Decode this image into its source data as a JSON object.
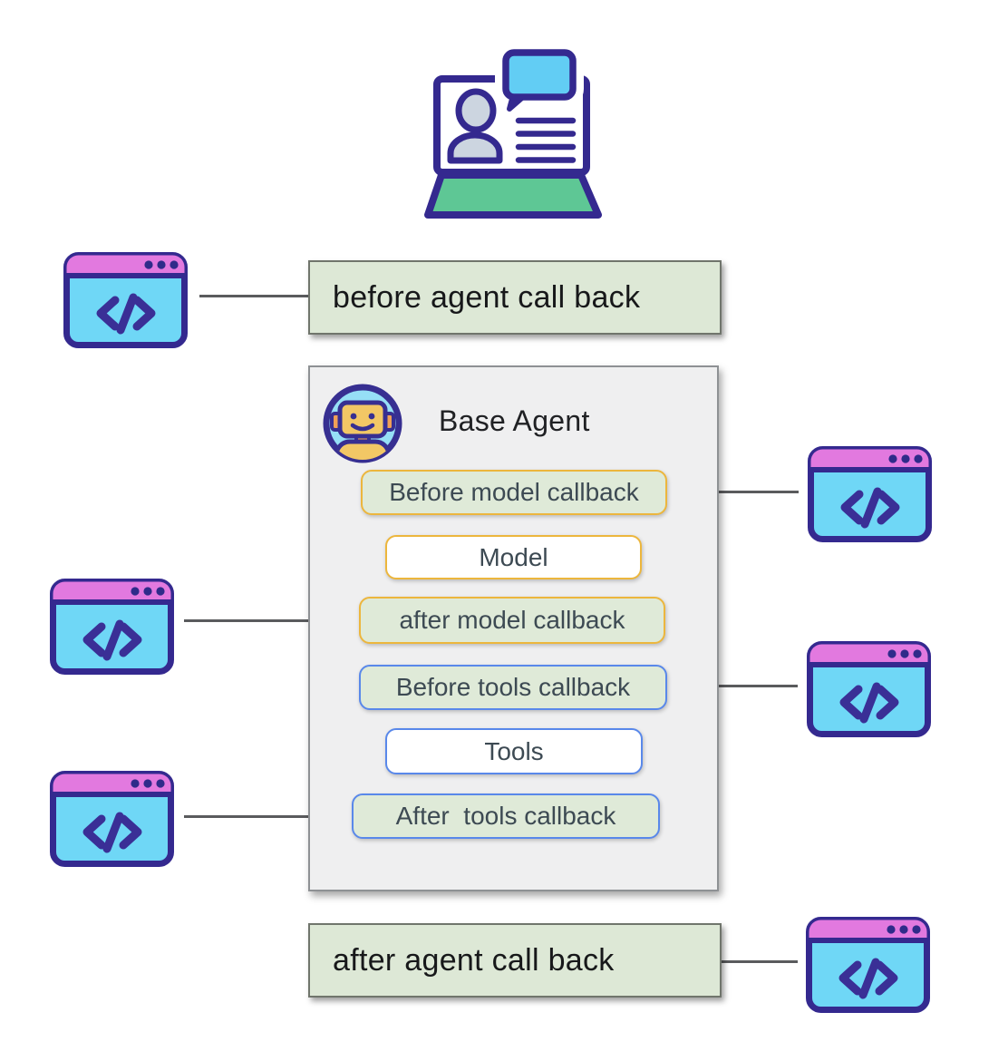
{
  "nodes": {
    "before_agent": {
      "label": "before agent call back"
    },
    "base_agent": {
      "title": "Base Agent"
    },
    "before_model": {
      "label": "Before model callback"
    },
    "model": {
      "label": "Model"
    },
    "after_model": {
      "label": "after model callback"
    },
    "before_tools": {
      "label": "Before tools callback"
    },
    "tools": {
      "label": "Tools"
    },
    "after_tools": {
      "label": "After  tools callback"
    },
    "after_agent": {
      "label": "after agent call back"
    }
  },
  "icons": {
    "laptop": "user-chat-laptop-icon",
    "code_window": "code-window-icon",
    "robot": "robot-agent-icon"
  },
  "colors": {
    "indigo_outline": "#34298f",
    "window_body_blue": "#6fd7f6",
    "window_titlebar_pink": "#e279df",
    "big_box_green": "#dde8d6",
    "inner_box_green": "#dfead8",
    "yellow_border": "#ecb63d",
    "blue_border": "#5988ea",
    "panel_gray": "#efeff0",
    "connector_gray": "#5a5b5d",
    "laptop_base_green": "#5ec795",
    "speech_bubble_blue": "#62cdf4",
    "person_gray": "#ccd5e0",
    "robot_head_yellow": "#f2c765",
    "robot_accent_orange": "#f0a057",
    "robot_circle_blue": "#96dff6"
  }
}
